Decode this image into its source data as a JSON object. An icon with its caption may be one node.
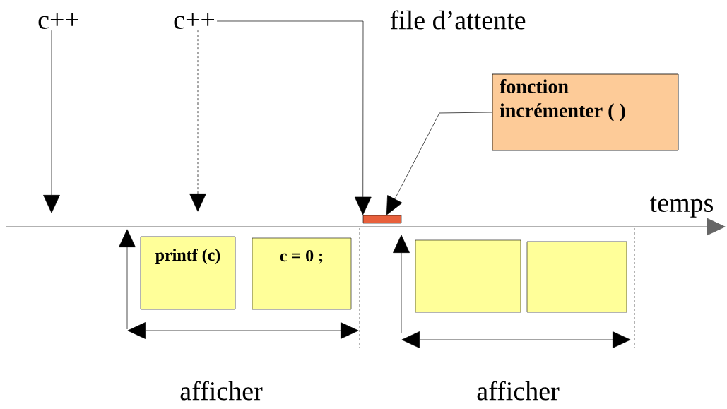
{
  "diagram": {
    "nodes": [
      {
        "text": [
          "c++"
        ]
      },
      {
        "text": [
          "c++"
        ]
      },
      {
        "text": [],
        "shape": "bar"
      },
      {
        "text": [
          "fonction incrémenter ( )"
        ]
      },
      {
        "text": [
          "printf (c)"
        ]
      },
      {
        "text": [
          "c = 0 ;"
        ]
      },
      {
        "text": [],
        "shape": "box"
      },
      {
        "text": [],
        "shape": "box"
      }
    ],
    "edges": [
      {
        "from": 0,
        "to": null,
        "arrow": "to"
      },
      {
        "from": 1,
        "to": null,
        "arrow": "to",
        "style": "dashed"
      },
      {
        "from": 1,
        "to": 2,
        "arrow": "to"
      },
      {
        "from": 3,
        "to": 2,
        "arrow": "to"
      }
    ],
    "labels": [
      "file d’attente",
      "temps",
      "afficher",
      "afficher"
    ]
  }
}
